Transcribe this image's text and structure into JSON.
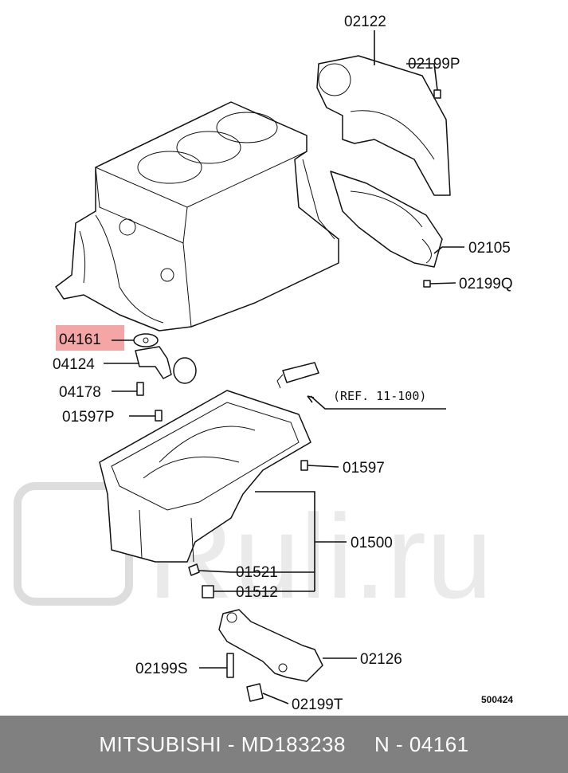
{
  "callouts": {
    "c02122": "02122",
    "c02199P": "02199P",
    "c02105": "02105",
    "c02199Q": "02199Q",
    "c04161": "04161",
    "c04124": "04124",
    "c04178": "04178",
    "c01597P": "01597P",
    "ref": "(REF. 11-100)",
    "c01597": "01597",
    "c01500": "01500",
    "c01521": "01521",
    "c01512": "01512",
    "c02126": "02126",
    "c02199S": "02199S",
    "c02199T": "02199T"
  },
  "diagram_code": "500424",
  "watermark": "Ruli.ru",
  "highlight_color": "#f4a6a6",
  "footer": {
    "brand_part": "MITSUBISHI - MD183238",
    "ref_number": "N - 04161"
  }
}
